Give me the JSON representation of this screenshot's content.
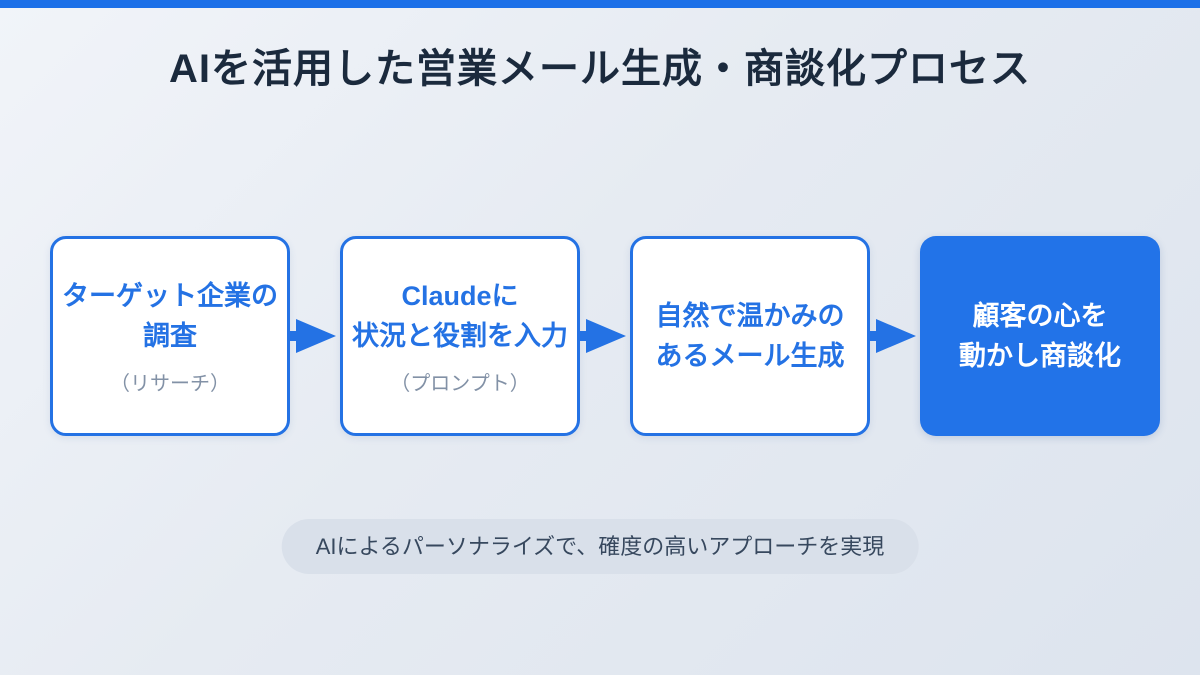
{
  "colors": {
    "accent": "#2472e4",
    "accent_fill": "#2273e8",
    "topbar": "#1c70e8",
    "title_text": "#1b2a3d",
    "step_subtitle_text": "#8291a6",
    "pill_bg": "#d9e0ea",
    "pill_text": "#37485e",
    "background_start": "#f1f4f9",
    "background_end": "#dde4ee"
  },
  "header": {
    "title": "AIを活用した営業メール生成・商談化プロセス"
  },
  "flow": {
    "steps": [
      {
        "line1": "ターゲット企業の",
        "line2": "調査",
        "subtitle": "（リサーチ）",
        "style": "outline"
      },
      {
        "line1": "Claudeに",
        "line2": "状況と役割を入力",
        "subtitle": "（プロンプト）",
        "style": "outline"
      },
      {
        "line1": "自然で温かみの",
        "line2": "あるメール生成",
        "style": "outline"
      },
      {
        "line1": "顧客の心を",
        "line2": "動かし商談化",
        "style": "filled"
      }
    ],
    "connector_icon": "arrow-right"
  },
  "footer": {
    "note": "AIによるパーソナライズで、確度の高いアプローチを実現"
  }
}
